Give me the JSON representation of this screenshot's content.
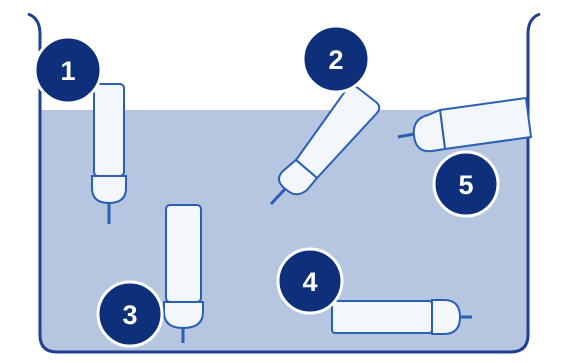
{
  "colors": {
    "water": "#b6c6e0",
    "container_outline": "#1f3f8f",
    "badge_fill": "#0e2f7a",
    "badge_text": "#ffffff",
    "tube_fill": "#f3f6fb",
    "tube_outline": "#2b5fb5"
  },
  "badges": [
    {
      "label": "1"
    },
    {
      "label": "2"
    },
    {
      "label": "3"
    },
    {
      "label": "4"
    },
    {
      "label": "5"
    }
  ]
}
